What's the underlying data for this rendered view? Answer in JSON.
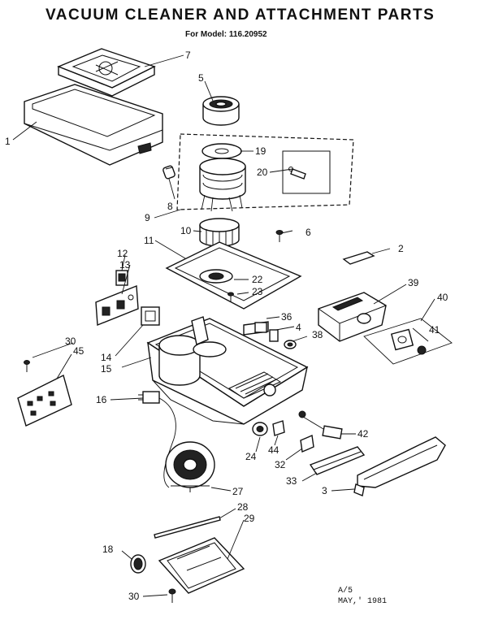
{
  "header": {
    "title": "VACUUM CLEANER AND ATTACHMENT PARTS",
    "subtitle": "For Model: 116.20952"
  },
  "footer": {
    "code": "A/5",
    "date": "MAY,' 1981"
  },
  "callouts": [
    "1",
    "7",
    "5",
    "19",
    "20",
    "8",
    "9",
    "10",
    "11",
    "6",
    "2",
    "12",
    "13",
    "22",
    "23",
    "39",
    "40",
    "41",
    "36",
    "4",
    "38",
    "30",
    "45",
    "14",
    "15",
    "16",
    "42",
    "24",
    "44",
    "32",
    "33",
    "3",
    "27",
    "28",
    "29",
    "18",
    "30"
  ]
}
